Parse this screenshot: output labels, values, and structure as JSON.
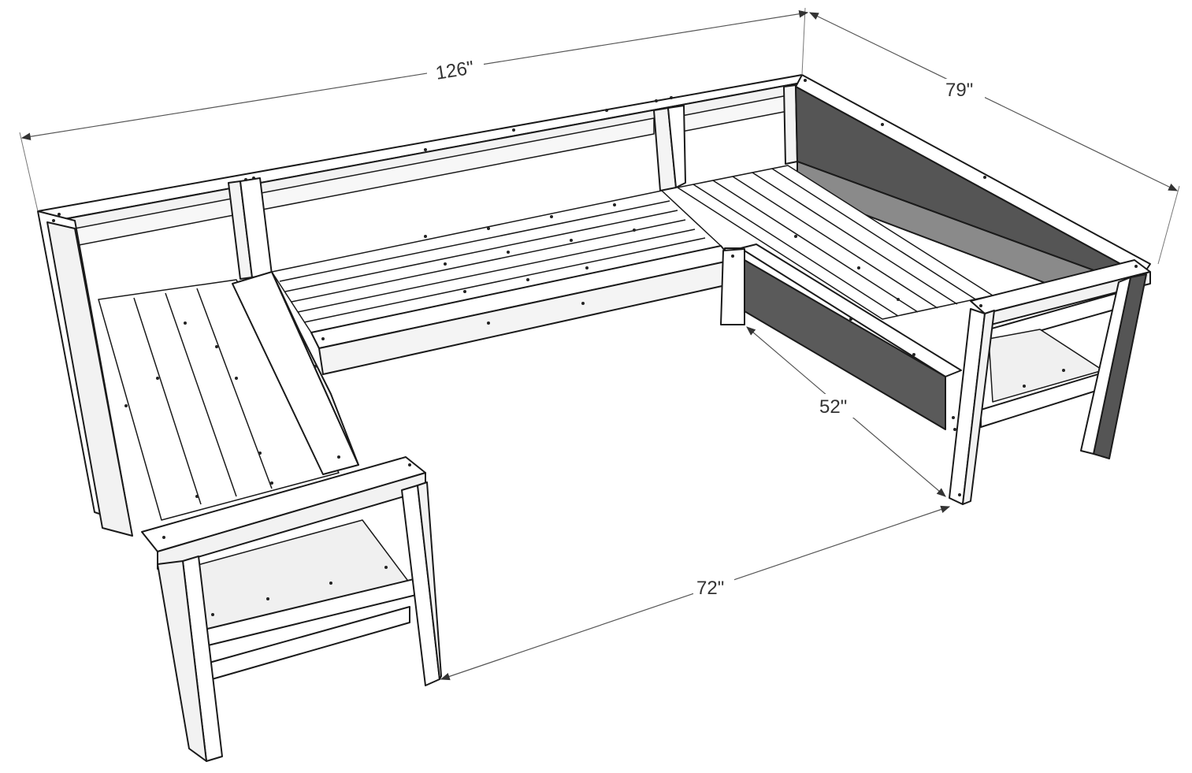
{
  "diagram": {
    "dimensions": {
      "overall_length": "126\"",
      "overall_depth": "79\"",
      "inner_depth": "52\"",
      "inner_width": "72\""
    },
    "colors": {
      "wood_top": "#ffffff",
      "wood_side": "#f0f0f0",
      "shadow": "#5a5a5a",
      "outline": "#1a1a1a",
      "dimension_line": "#555555",
      "screw_dot": "#222222"
    }
  }
}
